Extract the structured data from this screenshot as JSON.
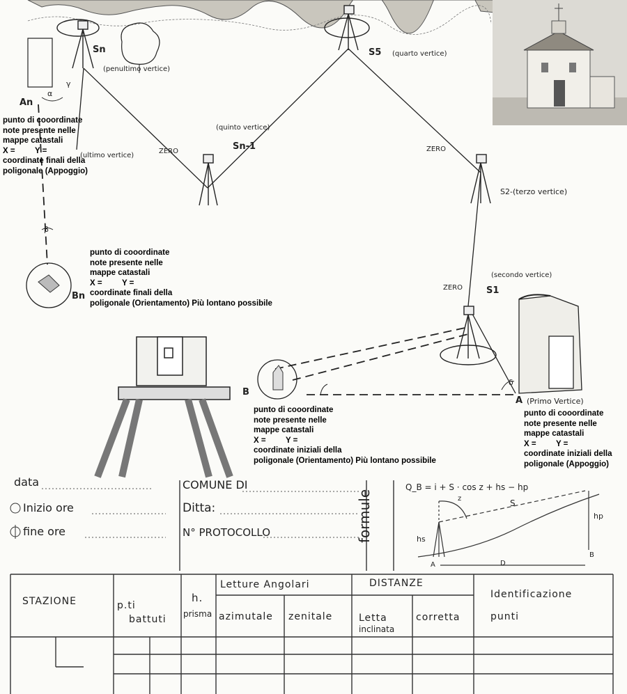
{
  "labels": {
    "sn": "Sn",
    "penultimo": "(penultimo vertice)",
    "s5": "S5",
    "quarto": "(quarto vertice)",
    "an": "An",
    "ultimo": "(ultimo vertice)",
    "quinto": "(quinto vertice)",
    "sn1": "Sn-1",
    "zero_a": "ZERO",
    "zero_b": "ZERO",
    "zero_c": "ZERO",
    "s2": "S2-(terzo vertice)",
    "secondo": "(secondo vertice)",
    "s1": "S1",
    "bn": "Bn",
    "b": "B",
    "a": "A",
    "primo": "(Primo Vertice)",
    "beta": "β",
    "alpha": "α",
    "delta": "δ",
    "gamma": "γ"
  },
  "notes": {
    "appoggio_finale": {
      "line1": "punto di cooordinate",
      "line2": "note presente nelle",
      "line3": "mappe catastali",
      "x": "X =",
      "y": "Y =",
      "line5": "coordinate finali della",
      "line6": "poligonale  (Appoggio)"
    },
    "orientamento_finale": {
      "line1": "punto di cooordinate",
      "line2": "note presente nelle",
      "line3": "mappe catastali",
      "x": "X =",
      "y": "Y =",
      "line5": "coordinate finali della",
      "line6": "poligonale  (Orientamento) Più lontano possibile"
    },
    "orientamento_iniziale": {
      "line1": "punto di cooordinate",
      "line2": "note presente nelle",
      "line3": "mappe catastali",
      "x": "X =",
      "y": "Y =",
      "line5": "coordinate iniziali della",
      "line6": "poligonale  (Orientamento) Più lontano possibile"
    },
    "appoggio_iniziale": {
      "line1": "punto di cooordinate",
      "line2": "note presente nelle",
      "line3": "mappe catastali",
      "x": "X =",
      "y": "Y =",
      "line5": "coordinate iniziali della",
      "line6": "poligonale  (Appoggio)"
    }
  },
  "form": {
    "data_label": "data",
    "inizio_label": "Inizio ore",
    "fine_label": "fine ore",
    "comune_label": "COMUNE DI",
    "ditta_label": "Ditta:",
    "protocollo_label": "N° PROTOCOLLO",
    "formule_label": "formule",
    "formula": "Q_B = i + S · cos z + hs − hp",
    "formula_z": "z",
    "formula_s": "S",
    "formula_hp": "hp",
    "formula_hs": "hs",
    "formula_a": "A",
    "formula_b": "B",
    "formula_d": "D"
  },
  "table": {
    "stazione": "STAZIONE",
    "punti_battuti_1": "p.ti",
    "punti_battuti_2": "battuti",
    "h_prisma_1": "h.",
    "h_prisma_2": "prisma",
    "letture": "Letture Angolari",
    "azimutale": "azimutale",
    "zenitale": "zenitale",
    "distanze": "DISTANZE",
    "letta_1": "Letta",
    "letta_2": "inclinata",
    "corretta": "corretta",
    "identificazione_1": "Identificazione",
    "identificazione_2": "punti"
  }
}
